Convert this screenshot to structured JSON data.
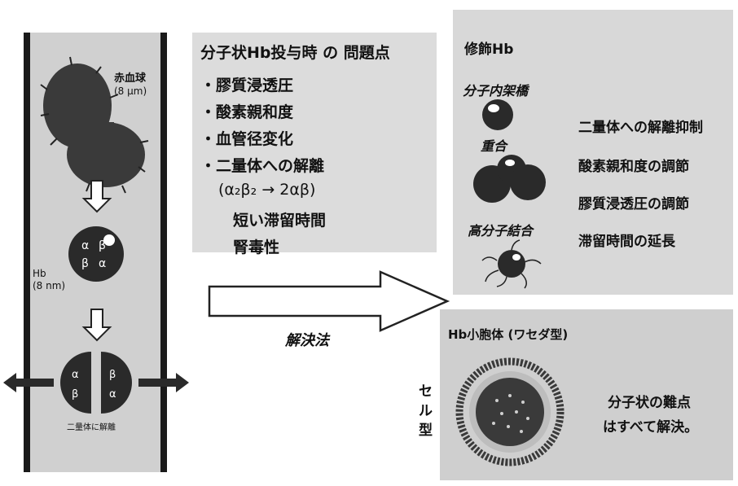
{
  "left": {
    "rbc_label": "赤血球",
    "rbc_size": "(8 μm)",
    "hb_label": "Hb",
    "hb_size": "(8 nm)",
    "alpha": "α",
    "beta": "β",
    "dimer_caption": "二量体に解離"
  },
  "problems": {
    "title": "分子状Hb投与時 の 問題点",
    "items": [
      "・膠質浸透圧",
      "・酸素親和度",
      "・血管径変化",
      "・二量体への解離"
    ],
    "formula": "(α₂β₂ → 2αβ)",
    "sub_items": [
      "短い滞留時間",
      "腎毒性"
    ]
  },
  "arrow_label": "解決法",
  "modified": {
    "title": "修飾Hb",
    "types": [
      "分子内架橋",
      "重合",
      "高分子結合"
    ],
    "effects": [
      "二量体への解離抑制",
      "酸素親和度の調節",
      "膠質浸透圧の調節",
      "滞留時間の延長"
    ]
  },
  "vesicle": {
    "title": "Hb小胞体 (ワセダ型)",
    "side_label": [
      "セ",
      "ル",
      "型"
    ],
    "result": [
      "分子状の難点",
      "はすべて解決。"
    ]
  },
  "colors": {
    "ink": "#111111",
    "panel_gray": "#d6d6d6",
    "sphere_dark": "#2a2a2a"
  }
}
